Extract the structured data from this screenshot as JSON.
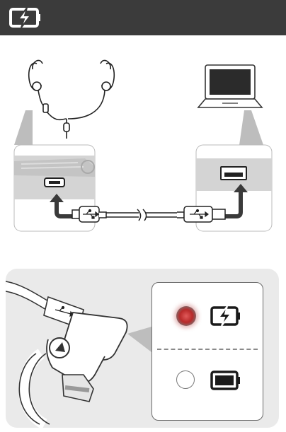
{
  "header": {
    "icon": "charging-battery-icon",
    "color": "#3b3b3b"
  },
  "illustration": {
    "top_scene": [
      "earphones-icon",
      "laptop-icon",
      "micro-usb-port",
      "usb-port",
      "usb-cable"
    ],
    "cable_labels": {
      "micro_end": "usb-symbol-icon",
      "usb_end": "usb-symbol-icon"
    }
  },
  "status_panel": {
    "states": [
      {
        "led": "led-red-lit",
        "icon": "charging-battery-icon",
        "meaning": "charging"
      },
      {
        "led": "led-off",
        "icon": "full-battery-icon",
        "meaning": "fully-charged"
      }
    ],
    "led_color": "#c0302f"
  }
}
